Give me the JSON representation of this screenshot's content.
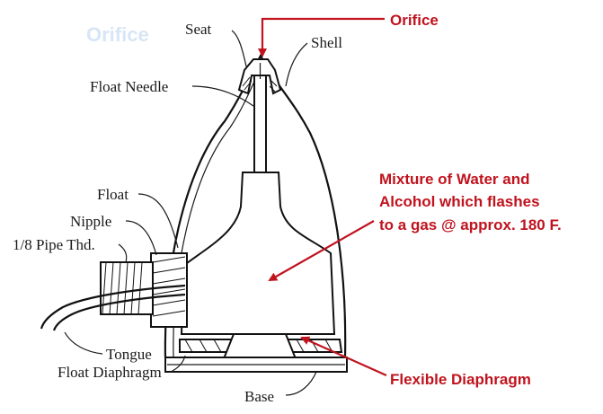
{
  "diagram": {
    "labels": {
      "seat": "Seat",
      "shell": "Shell",
      "float_needle": "Float Needle",
      "float": "Float",
      "nipple": "Nipple",
      "pipe_thread": "1/8 Pipe Thd.",
      "tongue": "Tongue",
      "float_diaphragm": "Float Diaphragm",
      "base": "Base"
    },
    "annotations": {
      "orifice": "Orifice",
      "mixture_line1": "Mixture of Water and",
      "mixture_line2": "Alcohol which flashes",
      "mixture_line3": "to a gas @ approx. 180 F.",
      "flexible_diaphragm": "Flexible Diaphragm"
    },
    "ghost_text": "Orifice",
    "colors": {
      "annotation": "#c0131e",
      "line_art": "#111111",
      "background": "#ffffff"
    }
  }
}
